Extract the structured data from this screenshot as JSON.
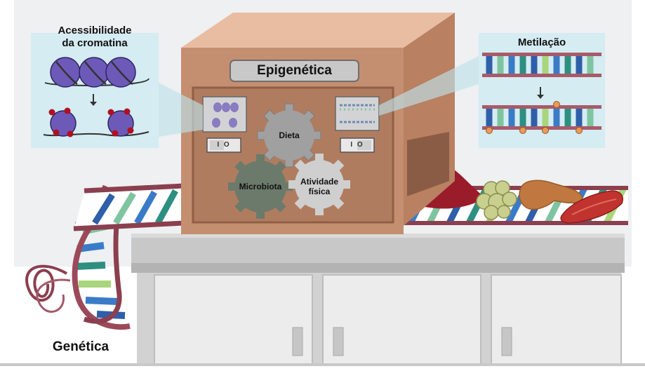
{
  "insets": {
    "chromatin": {
      "title_line1": "Acessibilidade",
      "title_line2": "da cromatina"
    },
    "methylation": {
      "title": "Metilação"
    }
  },
  "box": {
    "label": "Epigenética"
  },
  "gears": {
    "dieta": "Dieta",
    "microbiota": "Microbiota",
    "atividade_line1": "Atividade",
    "atividade_line2": "física"
  },
  "switches": {
    "left": "I O",
    "right": "I O"
  },
  "genetics": {
    "label": "Genética"
  },
  "colors": {
    "box_front": "#c48e70",
    "inset_background": "#d4ecf2",
    "dna_backbone": "#8b3f4f",
    "nucleosome": "#6d5ab8",
    "chromatin_mark": "#b01020",
    "methyl_mark": "#e89a5a"
  }
}
